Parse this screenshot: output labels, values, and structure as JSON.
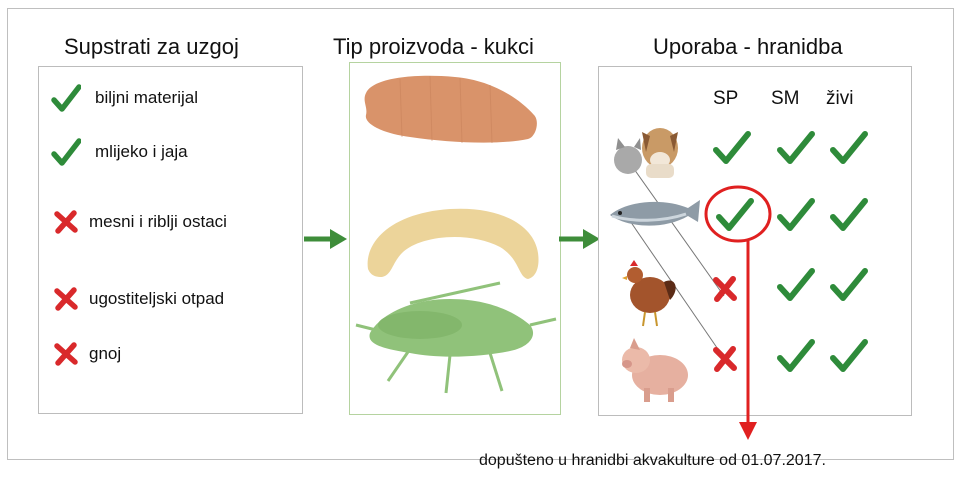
{
  "headings": {
    "substrates": "Supstrati za uzgoj",
    "product": "Tip proizvoda - kukci",
    "usage": "Uporaba - hranidba"
  },
  "substrates": [
    {
      "label": "biljni materijal",
      "allowed": true
    },
    {
      "label": "mlijeko i jaja",
      "allowed": true
    },
    {
      "label": "mesni i riblji ostaci",
      "allowed": false
    },
    {
      "label": "ugostiteljski otpad",
      "allowed": false
    },
    {
      "label": "gnoj",
      "allowed": false
    }
  ],
  "usage_columns": [
    "SP",
    "SM",
    "živi"
  ],
  "usage_rows": [
    {
      "animal": "cat-dog",
      "SP": true,
      "SM": true,
      "zivi": true
    },
    {
      "animal": "fish",
      "SP": true,
      "SM": true,
      "zivi": true
    },
    {
      "animal": "chicken",
      "SP": false,
      "SM": true,
      "zivi": true
    },
    {
      "animal": "pig",
      "SP": false,
      "SM": true,
      "zivi": true
    }
  ],
  "footnote": "dopušteno u hranidbi akvakulture od 01.07.2017.",
  "colors": {
    "check": "#2e8b3a",
    "cross": "#d9292b",
    "arrow": "#3e8d3a",
    "highlight": "#e02020",
    "larva_brown": "#d9936a",
    "larva_yellow": "#ecd49a",
    "cricket_green": "#90c27a"
  }
}
